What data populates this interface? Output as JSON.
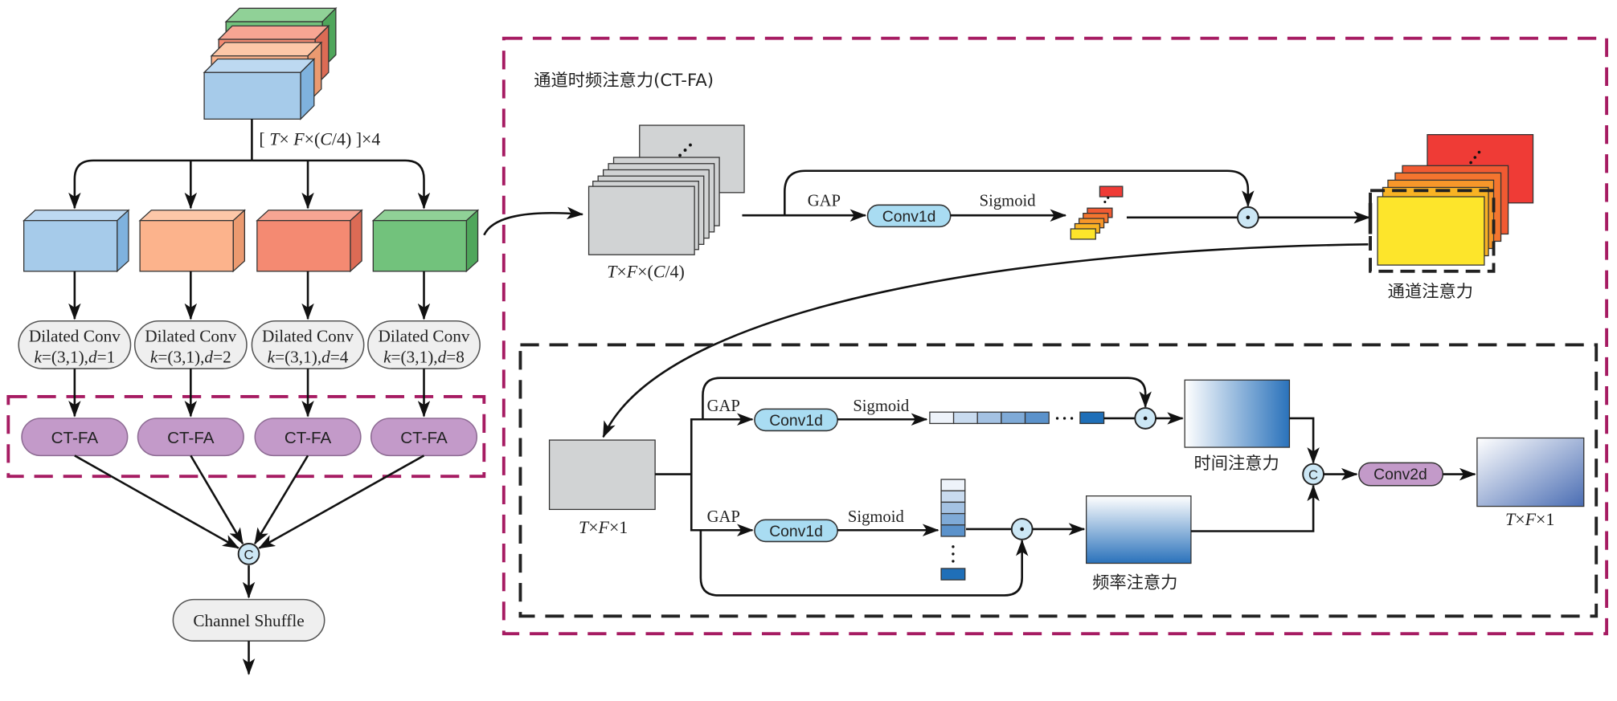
{
  "encoder": {
    "input_shape": "[ T× F×(C/4) ]×4",
    "branches": [
      {
        "conv_name": "Dilated Conv",
        "conv_params": "k=(3,1),d=1",
        "attention": "CT-FA",
        "color": {
          "front": "#a6cbea",
          "top": "#bdd9f1",
          "side": "#7fb2de"
        }
      },
      {
        "conv_name": "Dilated Conv",
        "conv_params": "k=(3,1),d=2",
        "attention": "CT-FA",
        "color": {
          "front": "#fcb38c",
          "top": "#fdc7a8",
          "side": "#eb9a70"
        }
      },
      {
        "conv_name": "Dilated Conv",
        "conv_params": "k=(3,1),d=4",
        "attention": "CT-FA",
        "color": {
          "front": "#f48a72",
          "top": "#f7a593",
          "side": "#dc6b55"
        }
      },
      {
        "conv_name": "Dilated Conv",
        "conv_params": "k=(3,1),d=8",
        "attention": "CT-FA",
        "color": {
          "front": "#72c27c",
          "top": "#90d197",
          "side": "#4fa65b"
        }
      }
    ],
    "concat": "C",
    "shuffle": "Channel Shuffle"
  },
  "ctfa": {
    "title": "通道时频注意力(CT-FA)",
    "channel_branch": {
      "input_shape": "T×F×(C/4)",
      "gap": "GAP",
      "conv": "Conv1d",
      "sigmoid": "Sigmoid",
      "output": "通道注意力"
    },
    "tf_branch": {
      "input_shape": "T×F×1",
      "time": {
        "gap": "GAP",
        "conv": "Conv1d",
        "sigmoid": "Sigmoid",
        "output": "时间注意力"
      },
      "frequency": {
        "gap": "GAP",
        "conv": "Conv1d",
        "sigmoid": "Sigmoid",
        "output": "频率注意力"
      },
      "concat": "C",
      "conv": "Conv2d",
      "output_shape": "T×F×1"
    }
  },
  "colors": {
    "module_frame": "#a61b62",
    "inner_frame": "#222222",
    "conv_fill": "#a9dcf2",
    "attention_fill": "#c39ac9",
    "node_fill": "#cce7f5",
    "neutral_fill": "#efefef",
    "map_gray": "#d1d3d4",
    "attention_blue": "#2a72bb",
    "output_blue": "#4a6db3",
    "weight_cells": [
      "#eef3fa",
      "#c9dbef",
      "#a4c2e3",
      "#7faad7",
      "#5b92cb",
      "#1f6fb8"
    ],
    "channel_warm": [
      "#ef3b36",
      "#f15a32",
      "#f4752f",
      "#f7972a",
      "#f9b323",
      "#fde52b"
    ]
  }
}
